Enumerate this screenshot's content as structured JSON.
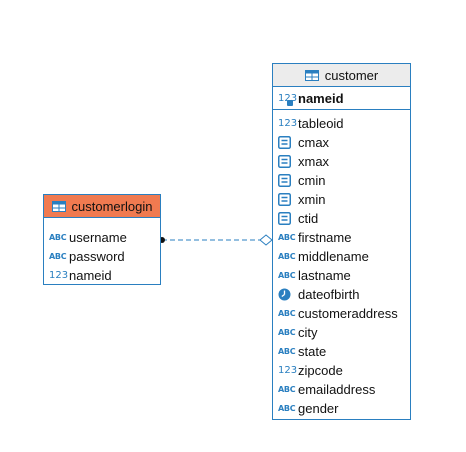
{
  "relationship": {
    "from": "customerlogin",
    "to": "customer",
    "style": "dashed"
  },
  "entities": {
    "customerlogin": {
      "title": "customerlogin",
      "header_color": "#f07a50",
      "columns": [
        {
          "name": "username",
          "icon": "text-type-icon",
          "icon_text": "ABC"
        },
        {
          "name": "password",
          "icon": "text-type-icon",
          "icon_text": "ABC"
        },
        {
          "name": "nameid",
          "icon": "numeric-type-icon",
          "icon_text": "123"
        }
      ]
    },
    "customer": {
      "title": "customer",
      "header_color": "#ececec",
      "key": {
        "name": "nameid",
        "icon": "primary-key-numeric-icon",
        "icon_text": "123"
      },
      "columns": [
        {
          "name": "tableoid",
          "icon": "numeric-type-icon",
          "icon_text": "123"
        },
        {
          "name": "cmax",
          "icon": "system-type-icon",
          "icon_text": ""
        },
        {
          "name": "xmax",
          "icon": "system-type-icon",
          "icon_text": ""
        },
        {
          "name": "cmin",
          "icon": "system-type-icon",
          "icon_text": ""
        },
        {
          "name": "xmin",
          "icon": "system-type-icon",
          "icon_text": ""
        },
        {
          "name": "ctid",
          "icon": "system-type-icon",
          "icon_text": ""
        },
        {
          "name": "firstname",
          "icon": "text-type-icon",
          "icon_text": "ABC"
        },
        {
          "name": "middlename",
          "icon": "text-type-icon",
          "icon_text": "ABC"
        },
        {
          "name": "lastname",
          "icon": "text-type-icon",
          "icon_text": "ABC"
        },
        {
          "name": "dateofbirth",
          "icon": "date-type-icon",
          "icon_text": ""
        },
        {
          "name": "customeraddress",
          "icon": "text-type-icon",
          "icon_text": "ABC"
        },
        {
          "name": "city",
          "icon": "text-type-icon",
          "icon_text": "ABC"
        },
        {
          "name": "state",
          "icon": "text-type-icon",
          "icon_text": "ABC"
        },
        {
          "name": "zipcode",
          "icon": "numeric-type-icon",
          "icon_text": "123"
        },
        {
          "name": "emailaddress",
          "icon": "text-type-icon",
          "icon_text": "ABC"
        },
        {
          "name": "gender",
          "icon": "text-type-icon",
          "icon_text": "ABC"
        }
      ]
    }
  }
}
